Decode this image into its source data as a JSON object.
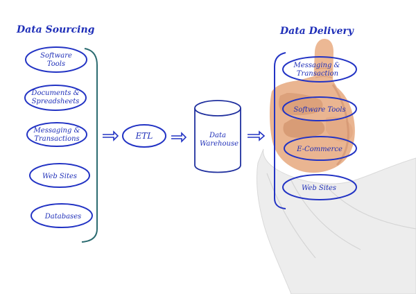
{
  "colors": {
    "ink": "#1f2fb8",
    "stroke": "#2233c4",
    "bracket_sourcing": "#2b6b70",
    "bracket_delivery": "#2233c4",
    "sleeve": "#eeeeee",
    "skin": "#e9b48f"
  },
  "sourcing": {
    "title": "Data Sourcing",
    "items": [
      [
        "Software",
        "Tools"
      ],
      [
        "Documents &",
        "Spreadsheets"
      ],
      [
        "Messaging &",
        "Transactions"
      ],
      [
        "Web Sites"
      ],
      [
        "Databases"
      ]
    ]
  },
  "process": {
    "etl": "ETL",
    "warehouse": [
      "Data",
      "Warehouse"
    ]
  },
  "delivery": {
    "title": "Data Delivery",
    "items": [
      [
        "Messaging &",
        "Transaction"
      ],
      [
        "Software Tools"
      ],
      [
        "E-Commerce"
      ],
      [
        "Web Sites"
      ]
    ]
  },
  "photo": {
    "subject": "hand-pointing-icon"
  }
}
